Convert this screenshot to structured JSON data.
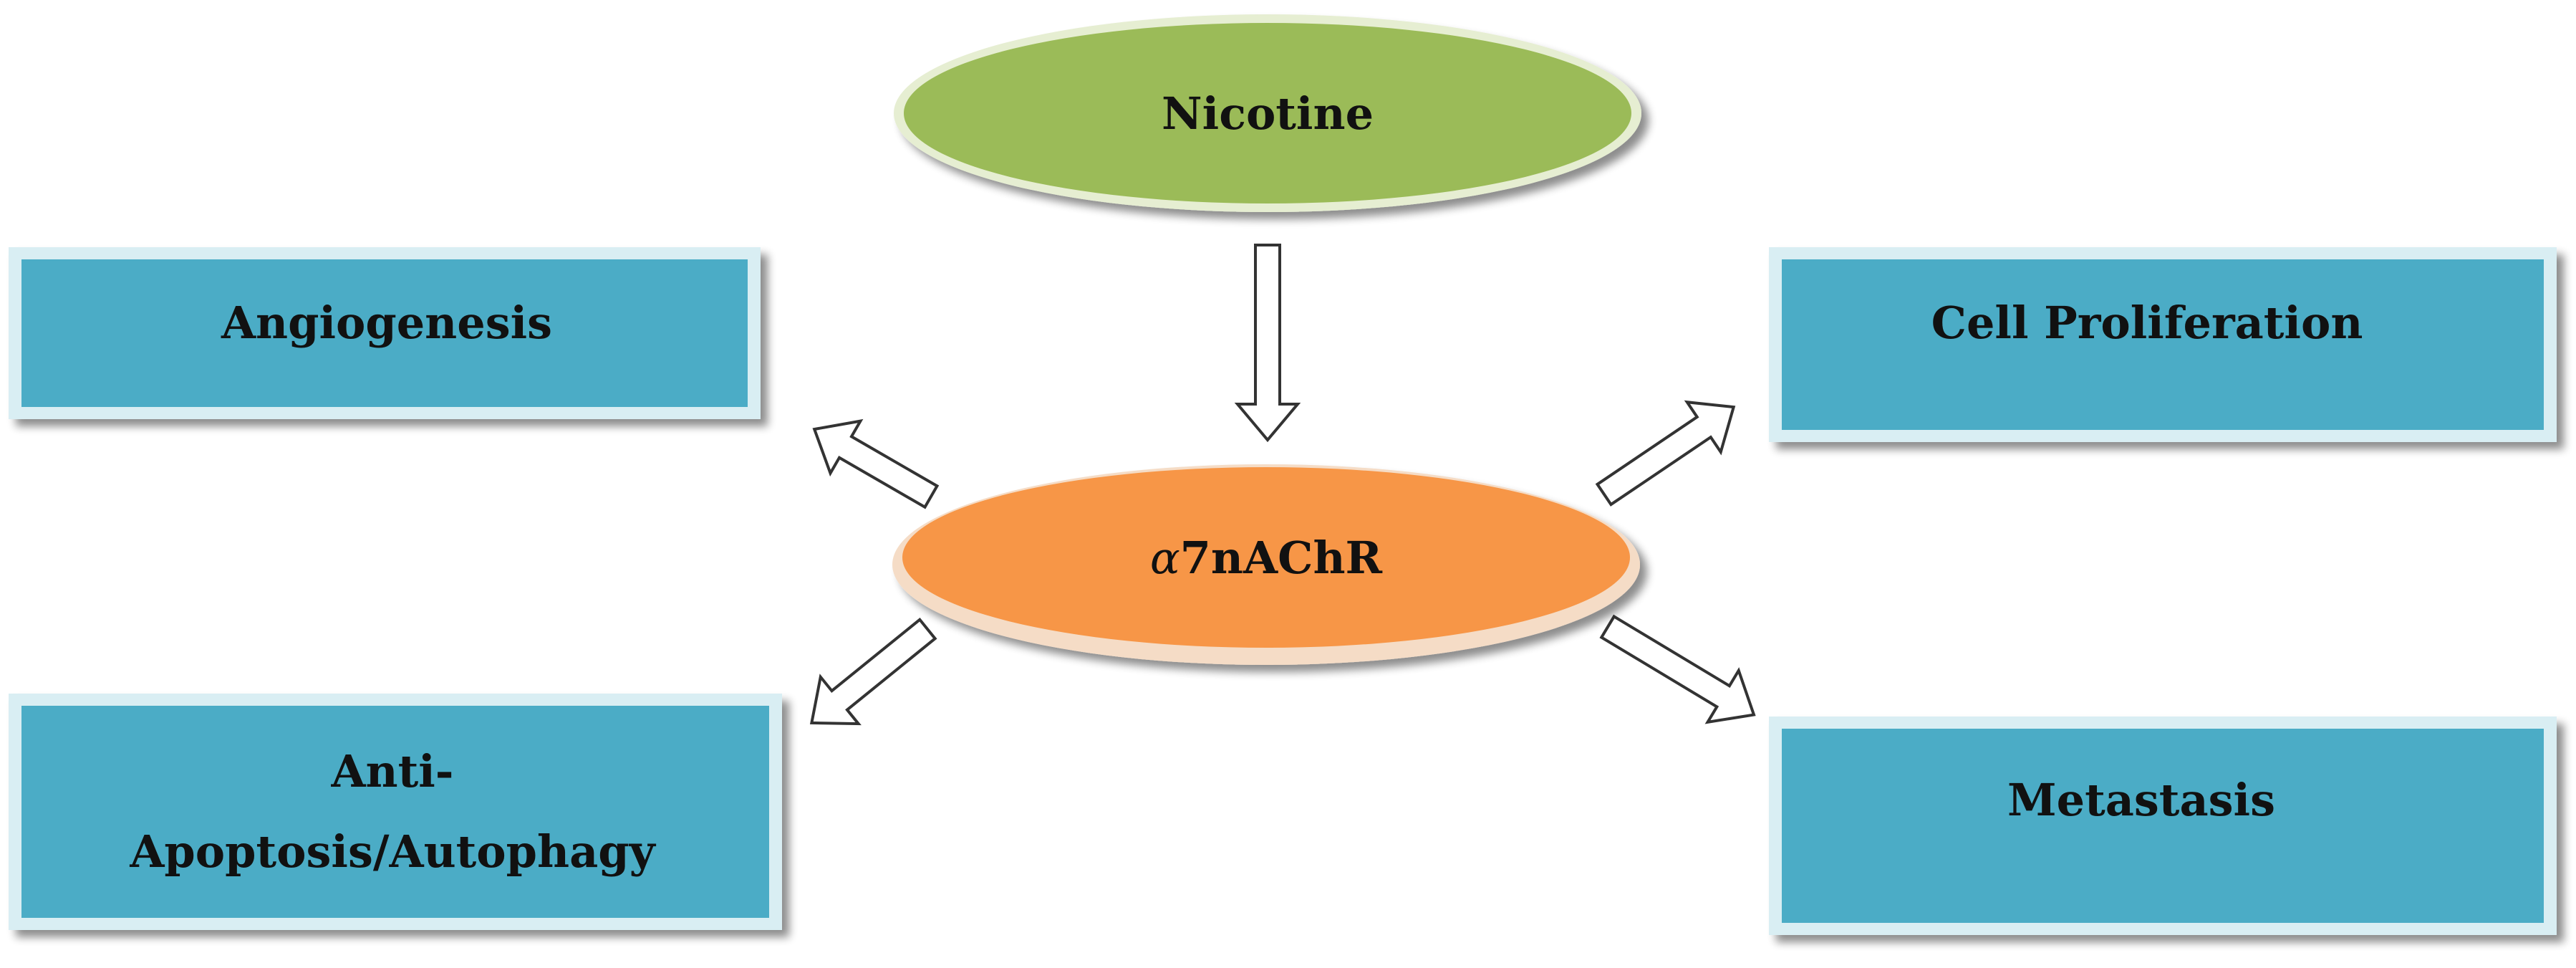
{
  "nodes": {
    "nicotine": {
      "label": "Nicotine",
      "shape": "ellipse",
      "fill": "#9bbb59",
      "stroke": "#d9e4c0"
    },
    "receptor": {
      "label_greek": "α",
      "label_rest": "7nAChR",
      "shape": "ellipse",
      "fill": "#f79646",
      "stroke": "#f2d3b6"
    },
    "angiogenesis": {
      "label": "Angiogenesis",
      "shape": "box",
      "fill": "#4bacc6"
    },
    "cell_proliferation": {
      "label": "Cell Proliferation",
      "shape": "box",
      "fill": "#4bacc6"
    },
    "anti_apoptosis": {
      "label_line1": "Anti-",
      "label_line2": "Apoptosis/Autophagy",
      "shape": "box",
      "fill": "#4bacc6"
    },
    "metastasis": {
      "label": "Metastasis",
      "shape": "box",
      "fill": "#4bacc6"
    }
  },
  "edges": [
    {
      "from": "nicotine",
      "to": "receptor",
      "style": "hollow-block-arrow"
    },
    {
      "from": "receptor",
      "to": "angiogenesis",
      "style": "hollow-block-arrow"
    },
    {
      "from": "receptor",
      "to": "cell_proliferation",
      "style": "hollow-block-arrow"
    },
    {
      "from": "receptor",
      "to": "anti_apoptosis",
      "style": "hollow-block-arrow"
    },
    {
      "from": "receptor",
      "to": "metastasis",
      "style": "hollow-block-arrow"
    }
  ],
  "colors": {
    "box_fill": "#4bacc6",
    "box_border": "#d9eef3",
    "box_shadow": "#9a9a9a",
    "arrow_fill": "#ffffff",
    "arrow_stroke": "#333333",
    "text": "#111111"
  }
}
